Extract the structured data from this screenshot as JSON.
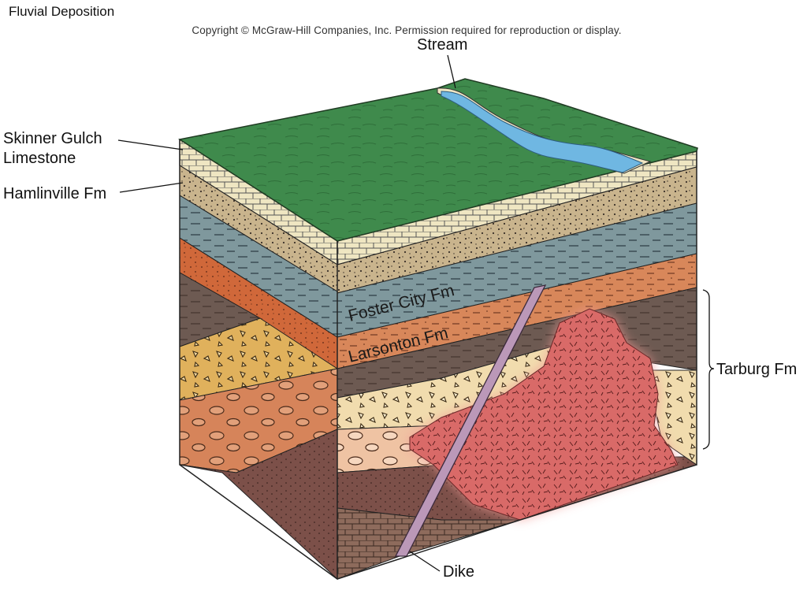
{
  "header": {
    "title": "Fluvial Deposition",
    "copyright": "Copyright © McGraw-Hill Companies, Inc. Permission required for reproduction or display."
  },
  "diagram": {
    "labels": {
      "stream": "Stream",
      "skinner_gulch_line1": "Skinner Gulch",
      "skinner_gulch_line2": "Limestone",
      "hamlinville": "Hamlinville Fm",
      "foster_city": "Foster City Fm",
      "larsonton": "Larsonton Fm",
      "tarburg": "Tarburg Fm",
      "dike": "Dike"
    },
    "colors": {
      "grass": "#3f8a4c",
      "stream": "#6fb7e2",
      "limestone": "#efe6c2",
      "sandstone": "#c9b48d",
      "shale_blue": "#7f989d",
      "red_layer": "#d0683a",
      "conglomerate": "#d6845a",
      "breccia": "#e0b15c",
      "dark_shale": "#6d5a52",
      "deep_sandstone": "#7c5049",
      "intrusion": "#d96a68",
      "dike": "#bb98b8"
    }
  }
}
